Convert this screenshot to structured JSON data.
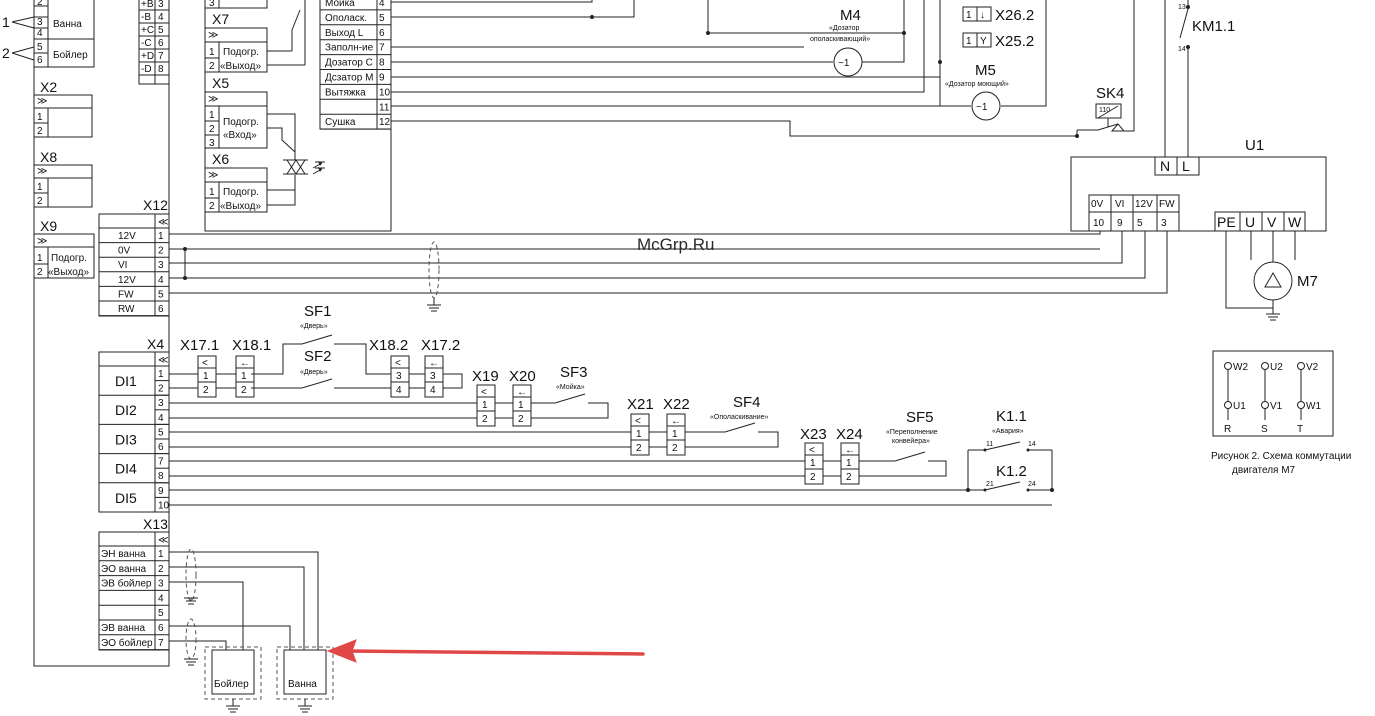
{
  "watermark": "McGrp.Ru",
  "left_block": {
    "top_pins": [
      "2",
      "3",
      "4",
      "5",
      "6"
    ],
    "top_labels": [
      "Ванна",
      "Бойлер"
    ],
    "side_marks": [
      "1",
      "2"
    ],
    "bus_labels": [
      "+B",
      "-B",
      "+C",
      "-C",
      "+D",
      "-D"
    ],
    "bus_pins": [
      "3",
      "4",
      "5",
      "6",
      "7",
      "8"
    ],
    "x2": {
      "name": "X2",
      "pins": [
        "1",
        "2"
      ]
    },
    "x8": {
      "name": "X8",
      "pins": [
        "1",
        "2"
      ]
    },
    "x9": {
      "name": "X9",
      "pins": [
        "1",
        "2"
      ],
      "label1": "Подогр.",
      "label2": "«Выход»"
    },
    "x12": {
      "name": "X12",
      "rows": [
        {
          "label": "12V",
          "pin": "1"
        },
        {
          "label": "0V",
          "pin": "2"
        },
        {
          "label": "VI",
          "pin": "3"
        },
        {
          "label": "12V",
          "pin": "4"
        },
        {
          "label": "FW",
          "pin": "5"
        },
        {
          "label": "RW",
          "pin": "6"
        }
      ]
    },
    "x4": {
      "name": "X4",
      "inputs": [
        "DI1",
        "DI2",
        "DI3",
        "DI4",
        "DI5"
      ],
      "pins": [
        "1",
        "2",
        "3",
        "4",
        "5",
        "6",
        "7",
        "8",
        "9",
        "10"
      ]
    },
    "x13": {
      "name": "X13",
      "rows": [
        {
          "label": "ЭН ванна",
          "pin": "1"
        },
        {
          "label": "ЭО ванна",
          "pin": "2"
        },
        {
          "label": "ЭВ бойлер",
          "pin": "3"
        },
        {
          "label": "",
          "pin": "4"
        },
        {
          "label": "",
          "pin": "5"
        },
        {
          "label": "ЭВ ванна",
          "pin": "6"
        },
        {
          "label": "ЭО бойлер",
          "pin": "7"
        }
      ]
    }
  },
  "mid_block": {
    "top_pin": "3",
    "x7": {
      "name": "X7",
      "pins": [
        "1",
        "2"
      ],
      "label1": "Подогр.",
      "label2": "«Выход»"
    },
    "x5": {
      "name": "X5",
      "pins": [
        "1",
        "2",
        "3"
      ],
      "label1": "Подогр.",
      "label2": "«Вход»"
    },
    "x6": {
      "name": "X6",
      "pins": [
        "1",
        "2"
      ],
      "label1": "Подогр.",
      "label2": "«Выход»"
    }
  },
  "outputs_block": {
    "rows": [
      {
        "label": "Мойка",
        "pin": "4"
      },
      {
        "label": "Ополаск.",
        "pin": "5"
      },
      {
        "label": "Выход L",
        "pin": "6"
      },
      {
        "label": "Заполн-ие",
        "pin": "7"
      },
      {
        "label": "Дозатор C",
        "pin": "8"
      },
      {
        "label": "Дсзатор M",
        "pin": "9"
      },
      {
        "label": "Вытяжка",
        "pin": "10"
      },
      {
        "label": "",
        "pin": "11"
      },
      {
        "label": "Сушка",
        "pin": "12"
      }
    ]
  },
  "motors": {
    "m4": {
      "name": "M4",
      "desc1": "«Дозатор",
      "desc2": "ополаскивающий»",
      "symbol": "~1"
    },
    "m5": {
      "name": "M5",
      "desc": "«Дозатор моющий»",
      "symbol": "~1"
    }
  },
  "top_right": {
    "x26": {
      "label": "X26.2",
      "pin": "1"
    },
    "x25": {
      "label": "X25.2",
      "pin": "1"
    },
    "km": {
      "name": "KM1.1",
      "pin_top": "13",
      "pin_bottom": "14"
    },
    "sk4": {
      "name": "SK4",
      "value": "110"
    }
  },
  "u1": {
    "name": "U1",
    "power": [
      "N",
      "L"
    ],
    "ctrl_labels": [
      "0V",
      "VI",
      "12V",
      "FW"
    ],
    "ctrl_pins": [
      "10",
      "9",
      "5",
      "3"
    ],
    "motor_terms": [
      "PE",
      "U",
      "V",
      "W"
    ],
    "motor_name": "M7"
  },
  "switches": {
    "sf1": {
      "name": "SF1",
      "desc": "«Дверь»"
    },
    "sf2": {
      "name": "SF2",
      "desc": "«Дверь»"
    },
    "sf3": {
      "name": "SF3",
      "desc": "«Мойка»"
    },
    "sf4": {
      "name": "SF4",
      "desc": "«Ополаскивание»"
    },
    "sf5": {
      "name": "SF5",
      "desc1": "«Переполнение",
      "desc2": "конвейера»"
    },
    "k11": {
      "name": "K1.1",
      "desc": "«Авария»",
      "p1": "11",
      "p2": "14"
    },
    "k12": {
      "name": "K1.2",
      "p1": "21",
      "p2": "24"
    }
  },
  "connectors": [
    {
      "name": "X17.1",
      "pins": [
        "1",
        "2"
      ]
    },
    {
      "name": "X18.1",
      "pins": [
        "1",
        "2"
      ]
    },
    {
      "name": "X18.2",
      "pins": [
        "3",
        "4"
      ]
    },
    {
      "name": "X17.2",
      "pins": [
        "3",
        "4"
      ]
    },
    {
      "name": "X19",
      "pins": [
        "1",
        "2"
      ]
    },
    {
      "name": "X20",
      "pins": [
        "1",
        "2"
      ]
    },
    {
      "name": "X21",
      "pins": [
        "1",
        "2"
      ]
    },
    {
      "name": "X22",
      "pins": [
        "1",
        "2"
      ]
    },
    {
      "name": "X23",
      "pins": [
        "1",
        "2"
      ]
    },
    {
      "name": "X24",
      "pins": [
        "1",
        "2"
      ]
    }
  ],
  "tanks": {
    "boiler": "Бойлер",
    "bath": "Ванна"
  },
  "motor_scheme": {
    "top": [
      "W2",
      "U2",
      "V2"
    ],
    "bottom": [
      "U1",
      "V1",
      "W1"
    ],
    "phases": [
      "R",
      "S",
      "T"
    ],
    "caption1": "Рисунок 2. Схема коммутации",
    "caption2": "двигателя M7"
  },
  "colors": {
    "wire": "#222222",
    "arrow": "#e04848",
    "watermark": "#2a2a2a"
  }
}
